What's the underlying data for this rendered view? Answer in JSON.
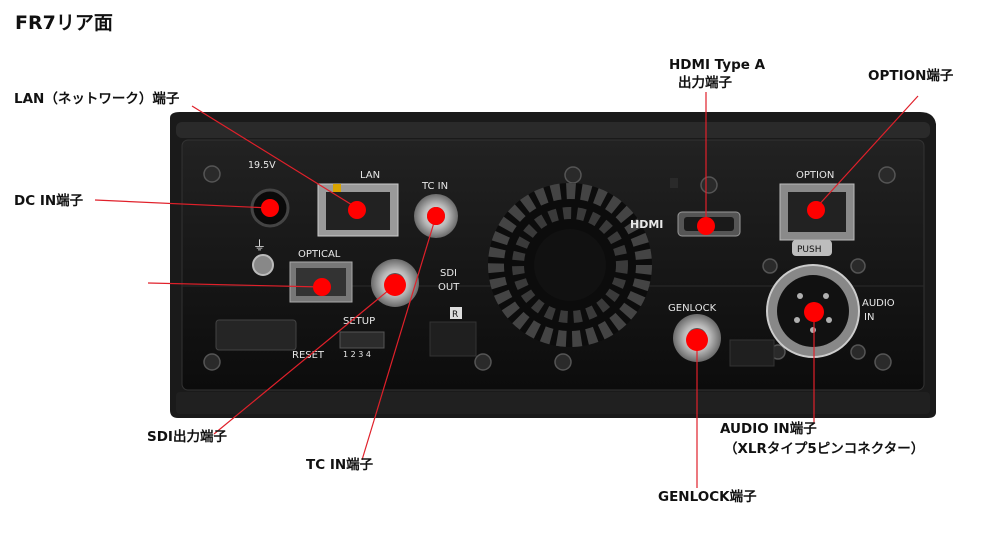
{
  "page_title": "FR7リア面",
  "callouts": {
    "lan": "LAN（ネットワーク）端子",
    "dc_in": "DC IN端子",
    "sdi_out": "SDI出力端子",
    "tc_in": "TC IN端子",
    "hdmi_line1": "HDMI Type A",
    "hdmi_line2": "出力端子",
    "option": "OPTION端子",
    "audio_in_line1": "AUDIO IN端子",
    "audio_in_line2": "（XLRタイプ5ピンコネクター）",
    "genlock": "GENLOCK端子"
  },
  "panel_labels": {
    "voltage": "19.5V",
    "lan": "LAN",
    "tc_in": "TC IN",
    "optical": "OPTICAL",
    "sdi": "SDI",
    "out": "OUT",
    "setup": "SETUP",
    "reset": "RESET",
    "dip_numbers": "1 2 3 4",
    "hdmi_logo": "HDMI",
    "option": "OPTION",
    "push": "PUSH",
    "genlock": "GENLOCK",
    "audio": "AUDIO",
    "in": "IN",
    "r_mark": "R"
  },
  "colors": {
    "marker": "#ff0000",
    "leader_line": "#e0202a",
    "body": "#141414"
  }
}
